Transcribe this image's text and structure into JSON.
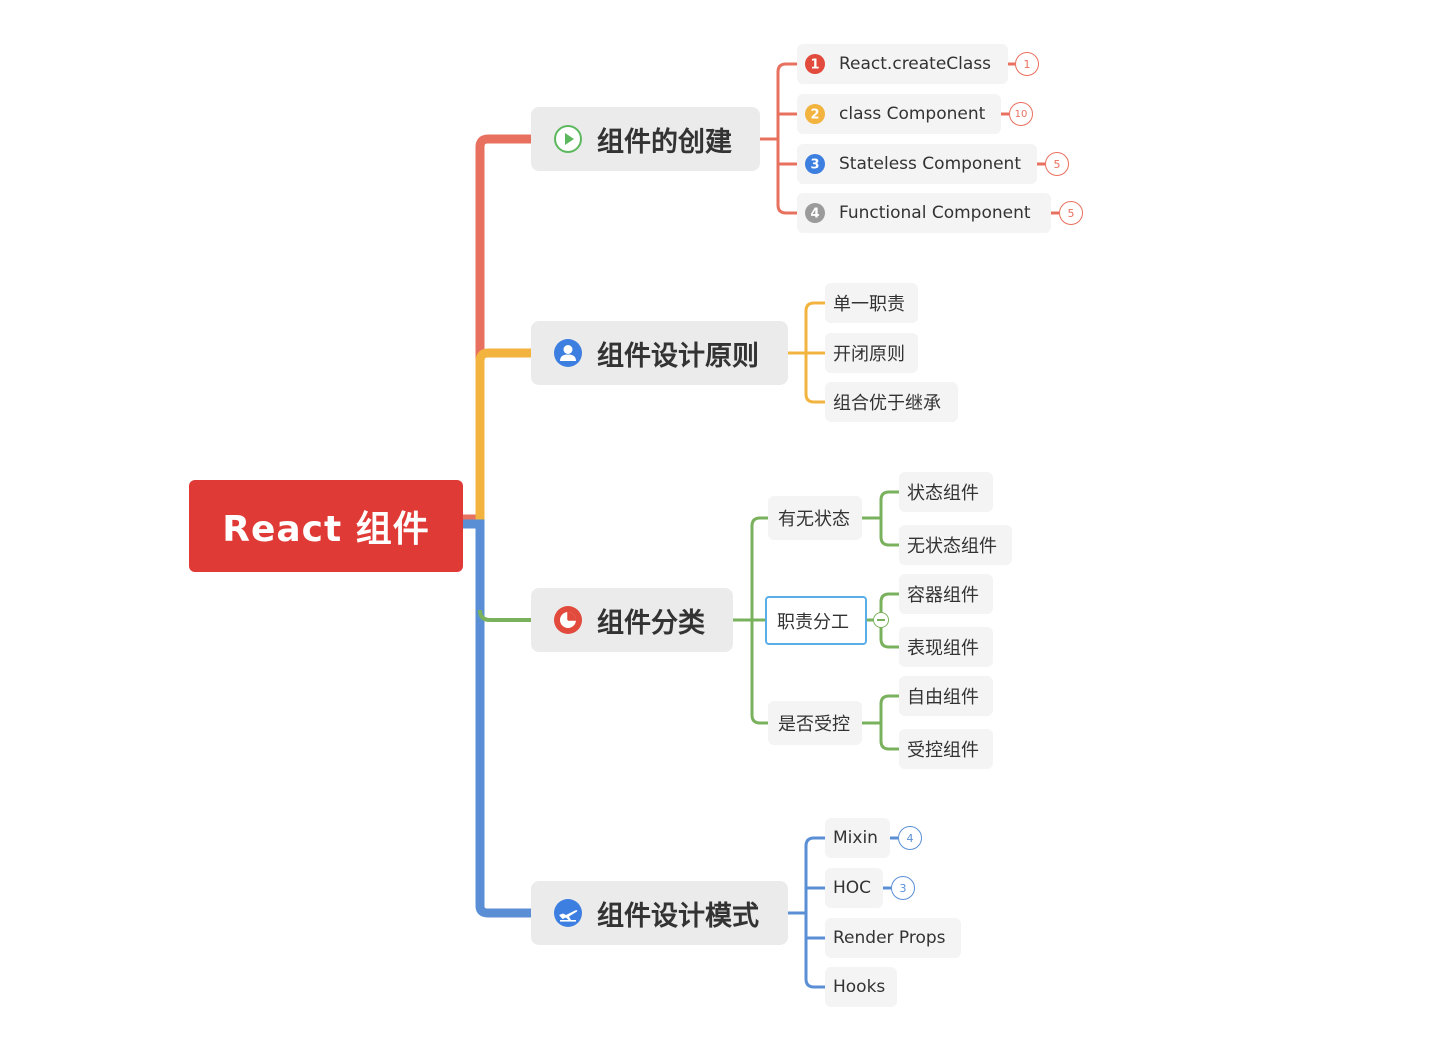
{
  "root": {
    "label": "React 组件"
  },
  "colors": {
    "creation": "#e8705e",
    "principles": "#f2b33f",
    "classification": "#7ab15d",
    "patterns": "#5a8fd6",
    "root": "#e03a36"
  },
  "branches": {
    "creation": {
      "label": "组件的创建",
      "icon": "play-icon",
      "items": [
        {
          "label": "React.createClass",
          "marker": "1",
          "count": "1"
        },
        {
          "label": "class Component",
          "marker": "2",
          "count": "10"
        },
        {
          "label": "Stateless Component",
          "marker": "3",
          "count": "5"
        },
        {
          "label": "Functional Component",
          "marker": "4",
          "count": "5"
        }
      ]
    },
    "principles": {
      "label": "组件设计原则",
      "icon": "user-icon",
      "items": [
        {
          "label": "单一职责"
        },
        {
          "label": "开闭原则"
        },
        {
          "label": "组合优于继承"
        }
      ]
    },
    "classification": {
      "label": "组件分类",
      "icon": "pie-chart-icon",
      "groups": [
        {
          "label": "有无状态",
          "items": [
            {
              "label": "状态组件"
            },
            {
              "label": "无状态组件"
            }
          ]
        },
        {
          "label": "职责分工",
          "items": [
            {
              "label": "容器组件"
            },
            {
              "label": "表现组件"
            }
          ]
        },
        {
          "label": "是否受控",
          "items": [
            {
              "label": "自由组件"
            },
            {
              "label": "受控组件"
            }
          ]
        }
      ]
    },
    "patterns": {
      "label": "组件设计模式",
      "icon": "plane-icon",
      "items": [
        {
          "label": "Mixin",
          "count": "4"
        },
        {
          "label": "HOC",
          "count": "3"
        },
        {
          "label": "Render Props"
        },
        {
          "label": "Hooks"
        }
      ]
    }
  }
}
